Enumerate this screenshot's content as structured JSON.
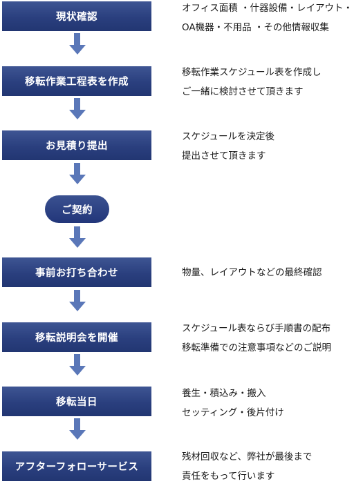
{
  "steps": [
    {
      "label": "現状確認",
      "lines": [
        "オフィス面積 ・什器設備・レイアウト・",
        "OA機器・不用品 ・その他情報収集"
      ]
    },
    {
      "label": "移転作業工程表を作成",
      "lines": [
        "移転作業スケジュール表を作成し",
        "ご一緒に検討させて頂きます"
      ]
    },
    {
      "label": "お見積り提出",
      "lines": [
        "スケジュールを決定後",
        "提出させて頂きます"
      ]
    },
    {
      "label": "ご契約",
      "lines": []
    },
    {
      "label": "事前お打ち合わせ",
      "lines": [
        "物量、レイアウトなどの最終確認"
      ]
    },
    {
      "label": "移転説明会を開催",
      "lines": [
        "スケジュール表ならび手順書の配布",
        "移転準備での注意事項などのご説明"
      ]
    },
    {
      "label": "移転当日",
      "lines": [
        "養生・積込み・搬入",
        "セッティング・後片付け"
      ]
    },
    {
      "label": "アフターフォローサービス",
      "lines": [
        "残材回収など、弊社が最後まで",
        "責任をもって行います"
      ]
    }
  ],
  "colors": {
    "box": "#2a3f7e",
    "arrow": "#5a77b8",
    "text": "#1a1a1a"
  }
}
